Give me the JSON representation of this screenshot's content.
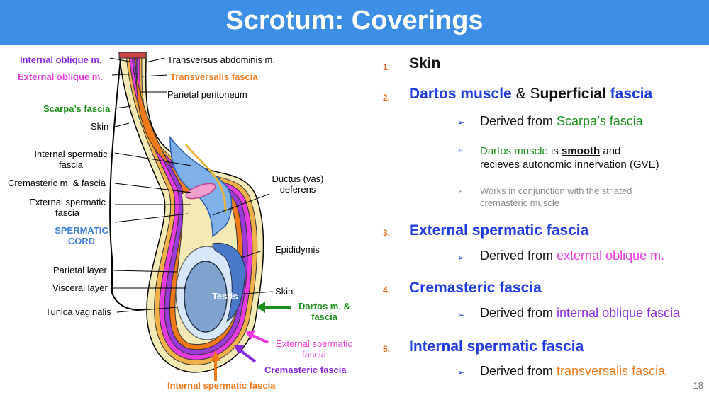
{
  "title": "Scrotum: Coverings",
  "page_number": "18",
  "colors": {
    "title_bar": "#3d8fe6",
    "blue_text": "#1f3de0",
    "green_text": "#1a8f1a",
    "magenta_text": "#e83ce0",
    "purple_text": "#8a2be2",
    "orange_text": "#f07a1a",
    "spermatic_cord": "#3f7fd8"
  },
  "diagram": {
    "labels_left": {
      "internal_oblique": "Internal oblique m.",
      "external_oblique": "External oblique m.",
      "scarpas_fascia": "Scarpa’s fascia",
      "skin": "Skin",
      "internal_spermatic_1": "Internal spermatic",
      "internal_spermatic_2": "fascia",
      "cremasteric": "Cremasteric m. & fascia",
      "external_spermatic_1": "External spermatic",
      "external_spermatic_2": "fascia",
      "spermatic_cord_1": "SPERMATIC",
      "spermatic_cord_2": "CORD",
      "parietal_layer": "Parietal layer",
      "visceral_layer": "Visceral layer",
      "tunica_vaginalis": "Tunica vaginalis"
    },
    "labels_right": {
      "transversus": "Transversus abdominis m.",
      "transversalis": "Transversalis fascia",
      "parietal_peritoneum": "Parietal peritoneum",
      "ductus_1": "Ductus (vas)",
      "ductus_2": "deferens",
      "epididymis": "Epididymis",
      "skin": "Skin",
      "testis": "Testis"
    },
    "labels_bottom": {
      "dartos_1": "Dartos m. &",
      "dartos_2": "fascia",
      "external_spermatic_1": "External spermatic",
      "external_spermatic_2": "fascia",
      "cremasteric": "Cremasteric fascia",
      "internal_spermatic": "Internal spermatic fascia"
    }
  },
  "outline": [
    {
      "num": "1.",
      "heading": "Skin"
    },
    {
      "num": "2.",
      "heading_a": "Dartos muscle",
      "heading_b": " & ",
      "heading_c": "S",
      "heading_d": "uperficial",
      "heading_e": " fascia",
      "subs": [
        {
          "a": "Derived from ",
          "b": "Scarpa’s fascia"
        },
        {
          "a": "Dartos muscle",
          "b": " is ",
          "c": "smooth",
          "d": " and",
          "e": "recieves autonomic innervation (GVE)"
        },
        {
          "a": "Works in conjunction with the striated",
          "b": "cremasteric muscle"
        }
      ]
    },
    {
      "num": "3.",
      "heading": "External spermatic fascia",
      "sub_a": "Derived from ",
      "sub_b": "external oblique m."
    },
    {
      "num": "4.",
      "heading": "Cremasteric fascia",
      "sub_a": "Derived from ",
      "sub_b": "internal oblique fascia"
    },
    {
      "num": "5.",
      "heading": "Internal spermatic fascia",
      "sub_a": "Derived from ",
      "sub_b": "transversalis fascia"
    }
  ],
  "bullet_icon": "arrowhead-bullet"
}
